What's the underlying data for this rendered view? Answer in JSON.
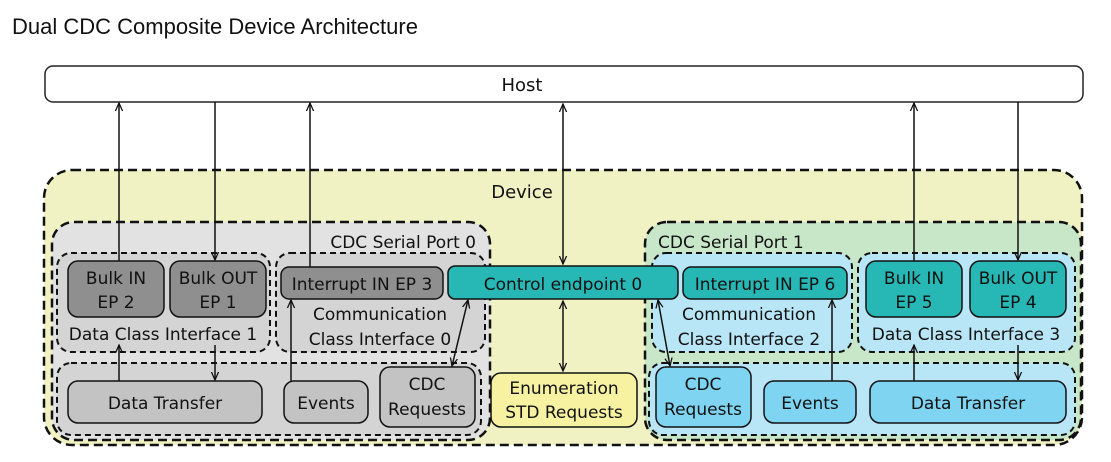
{
  "title": "Dual CDC Composite Device Architecture",
  "colors": {
    "device_bg": "#f1f2c4",
    "port0_bg": "#e2e2e2",
    "port1_bg": "#c8e6c8",
    "dark_gray_box": "#8f8f8f",
    "light_gray_box": "#c3c3c3",
    "teal_box": "#27b7b4",
    "light_blue_box": "#7fd4f1",
    "light_blue_region": "#b9e6f7",
    "yellow_box": "#f7f2a2"
  },
  "labels": {
    "host": "Host",
    "device": "Device",
    "port0": "CDC Serial Port 0",
    "port1": "CDC Serial Port 1",
    "bulk_in_ep2": [
      "Bulk IN",
      "EP 2"
    ],
    "bulk_out_ep1": [
      "Bulk OUT",
      "EP 1"
    ],
    "data_class_interface_1": "Data Class Interface 1",
    "interrupt_in_ep3": "Interrupt IN EP 3",
    "comm_class_interface_0": [
      "Communication",
      "Class Interface 0"
    ],
    "control_endpoint_0": "Control endpoint 0",
    "interrupt_in_ep6": "Interrupt IN EP 6",
    "comm_class_interface_2": [
      "Communication",
      "Class Interface 2"
    ],
    "bulk_in_ep5": [
      "Bulk IN",
      "EP 5"
    ],
    "bulk_out_ep4": [
      "Bulk OUT",
      "EP 4"
    ],
    "data_class_interface_3": "Data Class Interface 3",
    "data_transfer_left": "Data Transfer",
    "events_left": "Events",
    "cdc_requests_left": [
      "CDC",
      "Requests"
    ],
    "enumeration": [
      "Enumeration",
      "STD Requests"
    ],
    "cdc_requests_right": [
      "CDC",
      "Requests"
    ],
    "events_right": "Events",
    "data_transfer_right": "Data Transfer"
  }
}
